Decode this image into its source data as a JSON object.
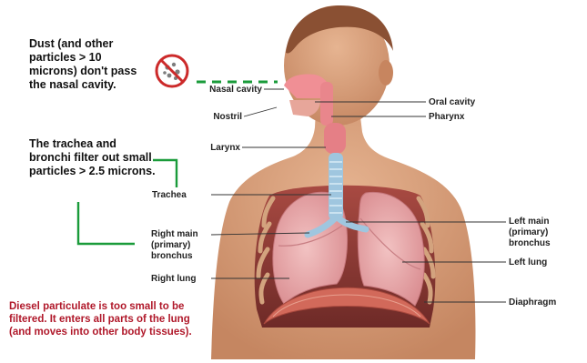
{
  "notes": {
    "dust": "Dust (and other particles > 10 microns) don't pass the nasal cavity.",
    "trachea": "The trachea and bronchi filter out small particles > 2.5 microns.",
    "diesel": "Diesel particulate is too small to be filtered. It enters all parts of the lung (and moves into other body tissues)."
  },
  "labels": {
    "nasal_cavity": "Nasal cavity",
    "nostril": "Nostril",
    "larynx": "Larynx",
    "trachea": "Trachea",
    "right_main_1": "Right main",
    "right_main_2": "(primary)",
    "right_main_3": "bronchus",
    "right_lung": "Right lung",
    "oral_cavity": "Oral cavity",
    "pharynx": "Pharynx",
    "left_main_1": "Left main",
    "left_main_2": "(primary)",
    "left_main_3": "bronchus",
    "left_lung": "Left lung",
    "diaphragm": "Diaphragm"
  },
  "icons": {
    "no_dust": "prohibition-icon"
  },
  "colors": {
    "skin": "#d9a07c",
    "lung": "#e8a7a9",
    "trachea": "#9fc6df",
    "nasal": "#f08f95",
    "diaphragm": "#d2695a",
    "callout_green": "#1a9b3a",
    "warning_red": "#b0182a"
  }
}
